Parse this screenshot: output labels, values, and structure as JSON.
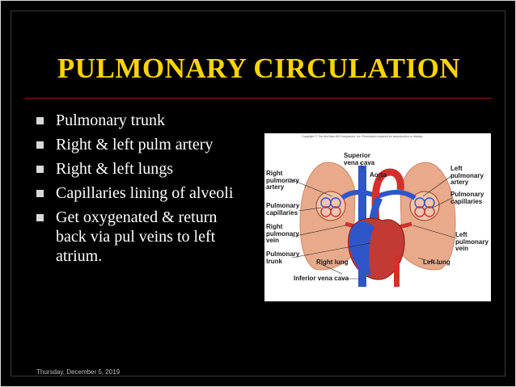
{
  "slide": {
    "title": "PULMONARY CIRCULATION",
    "bullets": [
      "Pulmonary trunk",
      "Right & left pulm artery",
      "Right & left lungs",
      "Capillaries lining of alveoli",
      "Get oxygenated & return back via pul veins to left atrium."
    ],
    "footer_date": "Thursday, December 5, 2019",
    "colors": {
      "background": "#000000",
      "title": "#ffd400",
      "divider": "#8b1a1a",
      "text": "#ffffff"
    }
  },
  "figure": {
    "copyright": "Copyright © The McGraw-Hill Companies, Inc. Permission required for reproduction or display.",
    "labels": {
      "superior_vena_cava": "Superior\nvena cava",
      "aorta": "Aorta",
      "right_pulmonary_artery": "Right\npulmonary\nartery",
      "left_pulmonary_artery": "Left\npulmonary\nartery",
      "pulmonary_capillaries_left": "Pulmonary\ncapillaries",
      "pulmonary_capillaries_right": "Pulmonary\ncapillaries",
      "right_pulmonary_vein": "Right\npulmonary\nvein",
      "left_pulmonary_vein": "Left\npulmonary\nvein",
      "pulmonary_trunk": "Pulmonary\ntrunk",
      "right_lung": "Right lung",
      "left_lung": "Left lung",
      "inferior_vena_cava": "Inferior vena cava"
    }
  }
}
